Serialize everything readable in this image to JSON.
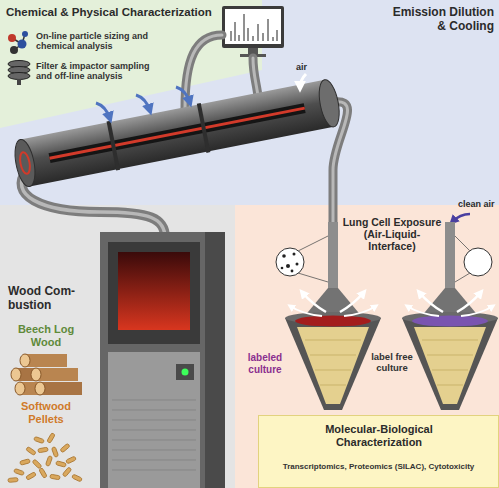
{
  "diagram": {
    "nodes": [
      {
        "text": [
          "Chemical & Physical Characterization",
          "On-line particle sizing and chemical analysis",
          "Filter & impactor sampling and off-line analysis"
        ]
      },
      {
        "text": [
          "Emission Dilution & Cooling"
        ]
      },
      {
        "text": [
          "Wood Com- bustion",
          "Beech Log Wood",
          "Softwood Pellets"
        ]
      },
      {
        "text": [
          "Lung Cell Exposure (Air-Liquid-Interface)"
        ]
      },
      {
        "text": [
          "Molecular-Biological Characterization",
          "Transcriptomics, Proteomics (SILAC), Cytotoxicity"
        ],
        "in": 3
      }
    ],
    "labels": [
      "air",
      "clean air",
      "labeled culture",
      "label free culture"
    ]
  }
}
